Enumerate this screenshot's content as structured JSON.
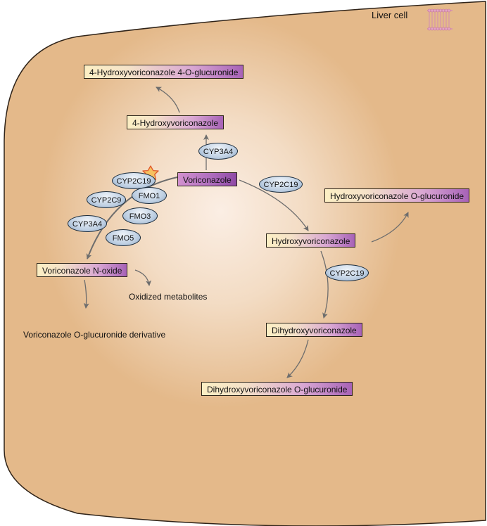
{
  "cell_label": "Liver cell",
  "colors": {
    "cell_fill": "#e4b98a",
    "cell_center": "#fbeee4",
    "cell_border": "#2f2318",
    "arrow": "#6d6d6d",
    "metabolite_start": "#fcefc4",
    "metabolite_end": "#a762b7",
    "enzyme_fill": "#bfd0e3",
    "star": "#f3a13a"
  },
  "icons": [
    "membrane-icon",
    "star-icon"
  ],
  "metabolites": {
    "hydroxy_gluc_4o": "4-Hydroxyvoriconazole 4-O-glucuronide",
    "hydroxy_4": "4-Hydroxyvoriconazole",
    "voriconazole": "Voriconazole",
    "hydroxyvoriconazole_gluc": "Hydroxyvoriconazole O-glucuronide",
    "hydroxyvoriconazole": "Hydroxyvoriconazole",
    "n_oxide": "Voriconazole N-oxide",
    "dihydroxy": "Dihydroxyvoriconazole",
    "dihydroxy_gluc": "Dihydroxyvoriconazole O-glucuronide"
  },
  "plain_labels": {
    "oxidized": "Oxidized metabolites",
    "o_gluc_derivative": "Voriconazole O-glucuronide derivative"
  },
  "enzymes": {
    "cyp3a4_top": "CYP3A4",
    "cyp2c19_star": "CYP2C19",
    "cyp2c9": "CYP2C9",
    "fmo1": "FMO1",
    "fmo3": "FMO3",
    "cyp3a4_left": "CYP3A4",
    "fmo5": "FMO5",
    "cyp2c19_right": "CYP2C19",
    "cyp2c19_lower": "CYP2C19"
  }
}
